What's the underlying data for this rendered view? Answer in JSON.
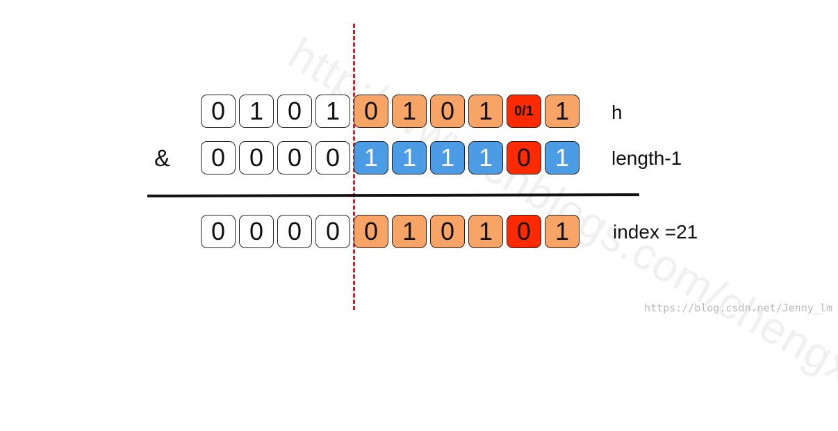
{
  "watermark": "http://www.cnblogs.com/chengxiao/",
  "operator": "&",
  "rows": [
    {
      "label": "h",
      "cells": [
        {
          "v": "0",
          "c": "plain"
        },
        {
          "v": "1",
          "c": "plain"
        },
        {
          "v": "0",
          "c": "plain"
        },
        {
          "v": "1",
          "c": "plain"
        },
        {
          "v": "0",
          "c": "orange"
        },
        {
          "v": "1",
          "c": "orange"
        },
        {
          "v": "0",
          "c": "orange"
        },
        {
          "v": "1",
          "c": "orange"
        },
        {
          "v": "0/1",
          "c": "red"
        },
        {
          "v": "1",
          "c": "orange"
        }
      ]
    },
    {
      "label": "length-1",
      "cells": [
        {
          "v": "0",
          "c": "plain"
        },
        {
          "v": "0",
          "c": "plain"
        },
        {
          "v": "0",
          "c": "plain"
        },
        {
          "v": "0",
          "c": "plain"
        },
        {
          "v": "1",
          "c": "blue"
        },
        {
          "v": "1",
          "c": "blue"
        },
        {
          "v": "1",
          "c": "blue"
        },
        {
          "v": "1",
          "c": "blue"
        },
        {
          "v": "0",
          "c": "red"
        },
        {
          "v": "1",
          "c": "blue"
        }
      ]
    },
    {
      "label": "index =21",
      "cells": [
        {
          "v": "0",
          "c": "plain"
        },
        {
          "v": "0",
          "c": "plain"
        },
        {
          "v": "0",
          "c": "plain"
        },
        {
          "v": "0",
          "c": "plain"
        },
        {
          "v": "0",
          "c": "orange"
        },
        {
          "v": "1",
          "c": "orange"
        },
        {
          "v": "0",
          "c": "orange"
        },
        {
          "v": "1",
          "c": "orange"
        },
        {
          "v": "0",
          "c": "red"
        },
        {
          "v": "1",
          "c": "orange"
        }
      ]
    }
  ],
  "footer_url": "https://blog.csdn.net/Jenny_lm",
  "colors": {
    "orange": "#f9a467",
    "blue": "#4b9ce4",
    "red": "#ff2a00",
    "divider": "#c8262a"
  }
}
